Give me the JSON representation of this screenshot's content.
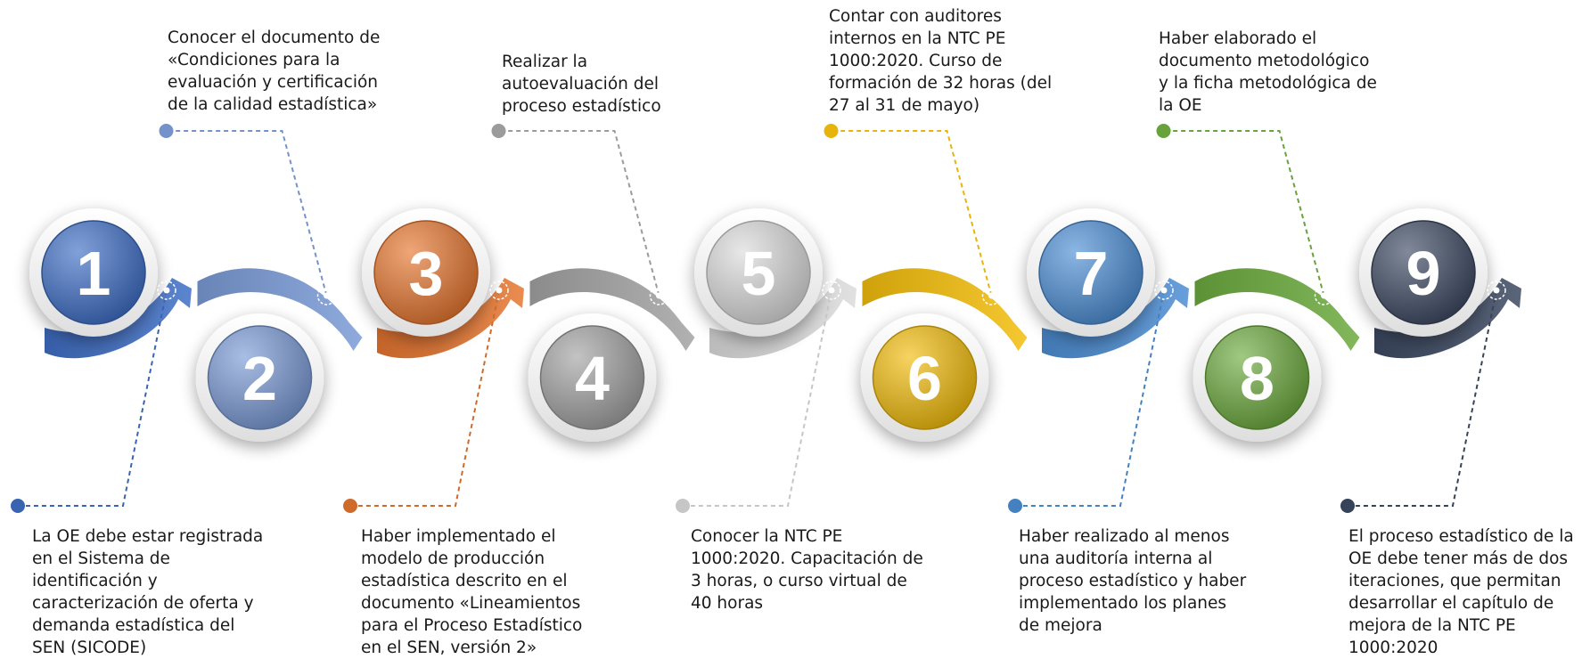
{
  "steps": [
    {
      "number": "1",
      "color": "#3f6fc6",
      "text": "La OE debe estar registrada\nen el Sistema de\nidentificación y\ncaracterización de oferta y\ndemanda estadística del\nSEN (SICODE)"
    },
    {
      "number": "2",
      "color": "#7b9bd6",
      "text": "Conocer el documento de\n«Condiciones para la\nevaluación y certificación\nde la calidad estadística»"
    },
    {
      "number": "3",
      "color": "#e67630",
      "text": "Haber implementado el\nmodelo de producción\nestadística descrito en el\ndocumento «Lineamientos\npara el Proceso Estadístico\nen el SEN, versión 2»"
    },
    {
      "number": "4",
      "color": "#a3a3a3",
      "text": "Realizar la\nautoevaluación del\nproceso estadístico"
    },
    {
      "number": "5",
      "color": "#dcdcdc",
      "text": "Conocer la NTC PE\n1000:2020. Capacitación de\n3 horas, o curso virtual de\n40 horas"
    },
    {
      "number": "6",
      "color": "#f3bd0c",
      "text": "Contar con auditores\ninternos en la NTC PE\n1000:2020. Curso de\nformación de 32 horas (del\n27 al 31 de mayo)"
    },
    {
      "number": "7",
      "color": "#4d8ed5",
      "text": "Haber realizado al menos\nuna auditoría interna al\nproceso estadístico y haber\nimplementado los planes\nde mejora"
    },
    {
      "number": "8",
      "color": "#6daa3f",
      "text": "Haber elaborado el\ndocumento metodológico\ny la ficha metodológica de\nla OE"
    },
    {
      "number": "9",
      "color": "#3d4a63",
      "text": "El proceso estadístico de la\nOE debe tener más de dos\niteraciones, que permitan\ndesarrollar el capítulo de\nmejora de la NTC PE\n1000:2020"
    }
  ]
}
